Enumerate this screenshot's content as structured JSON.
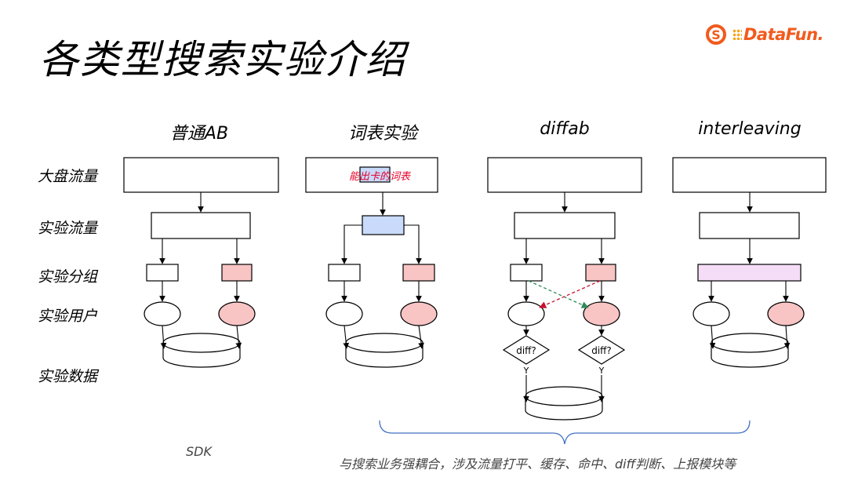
{
  "title": "各类型搜索实验介绍",
  "logo": {
    "mark": "S",
    "text": "DataFun."
  },
  "columns": [
    "普通AB",
    "词表实验",
    "diffab",
    "interleaving"
  ],
  "rows": [
    "大盘流量",
    "实验流量",
    "实验分组",
    "实验用户",
    "实验数据"
  ],
  "box_label": "能出卡的词表",
  "diff_label": "diff?",
  "yes_label": "Y",
  "sdk_label": "SDK",
  "bracket_note": "与搜索业务强耦合，涉及流量打平、缓存、命中、diff判断、上报模块等",
  "colors": {
    "pink": "#f8c4c4",
    "blue": "#c9dafa",
    "lilac": "#f6ddf7",
    "red_text": "#e8002a",
    "green_dash": "#2e8b57",
    "red_dash": "#c8102e",
    "bracket": "#4472c4",
    "logo": "#f25a1d"
  }
}
